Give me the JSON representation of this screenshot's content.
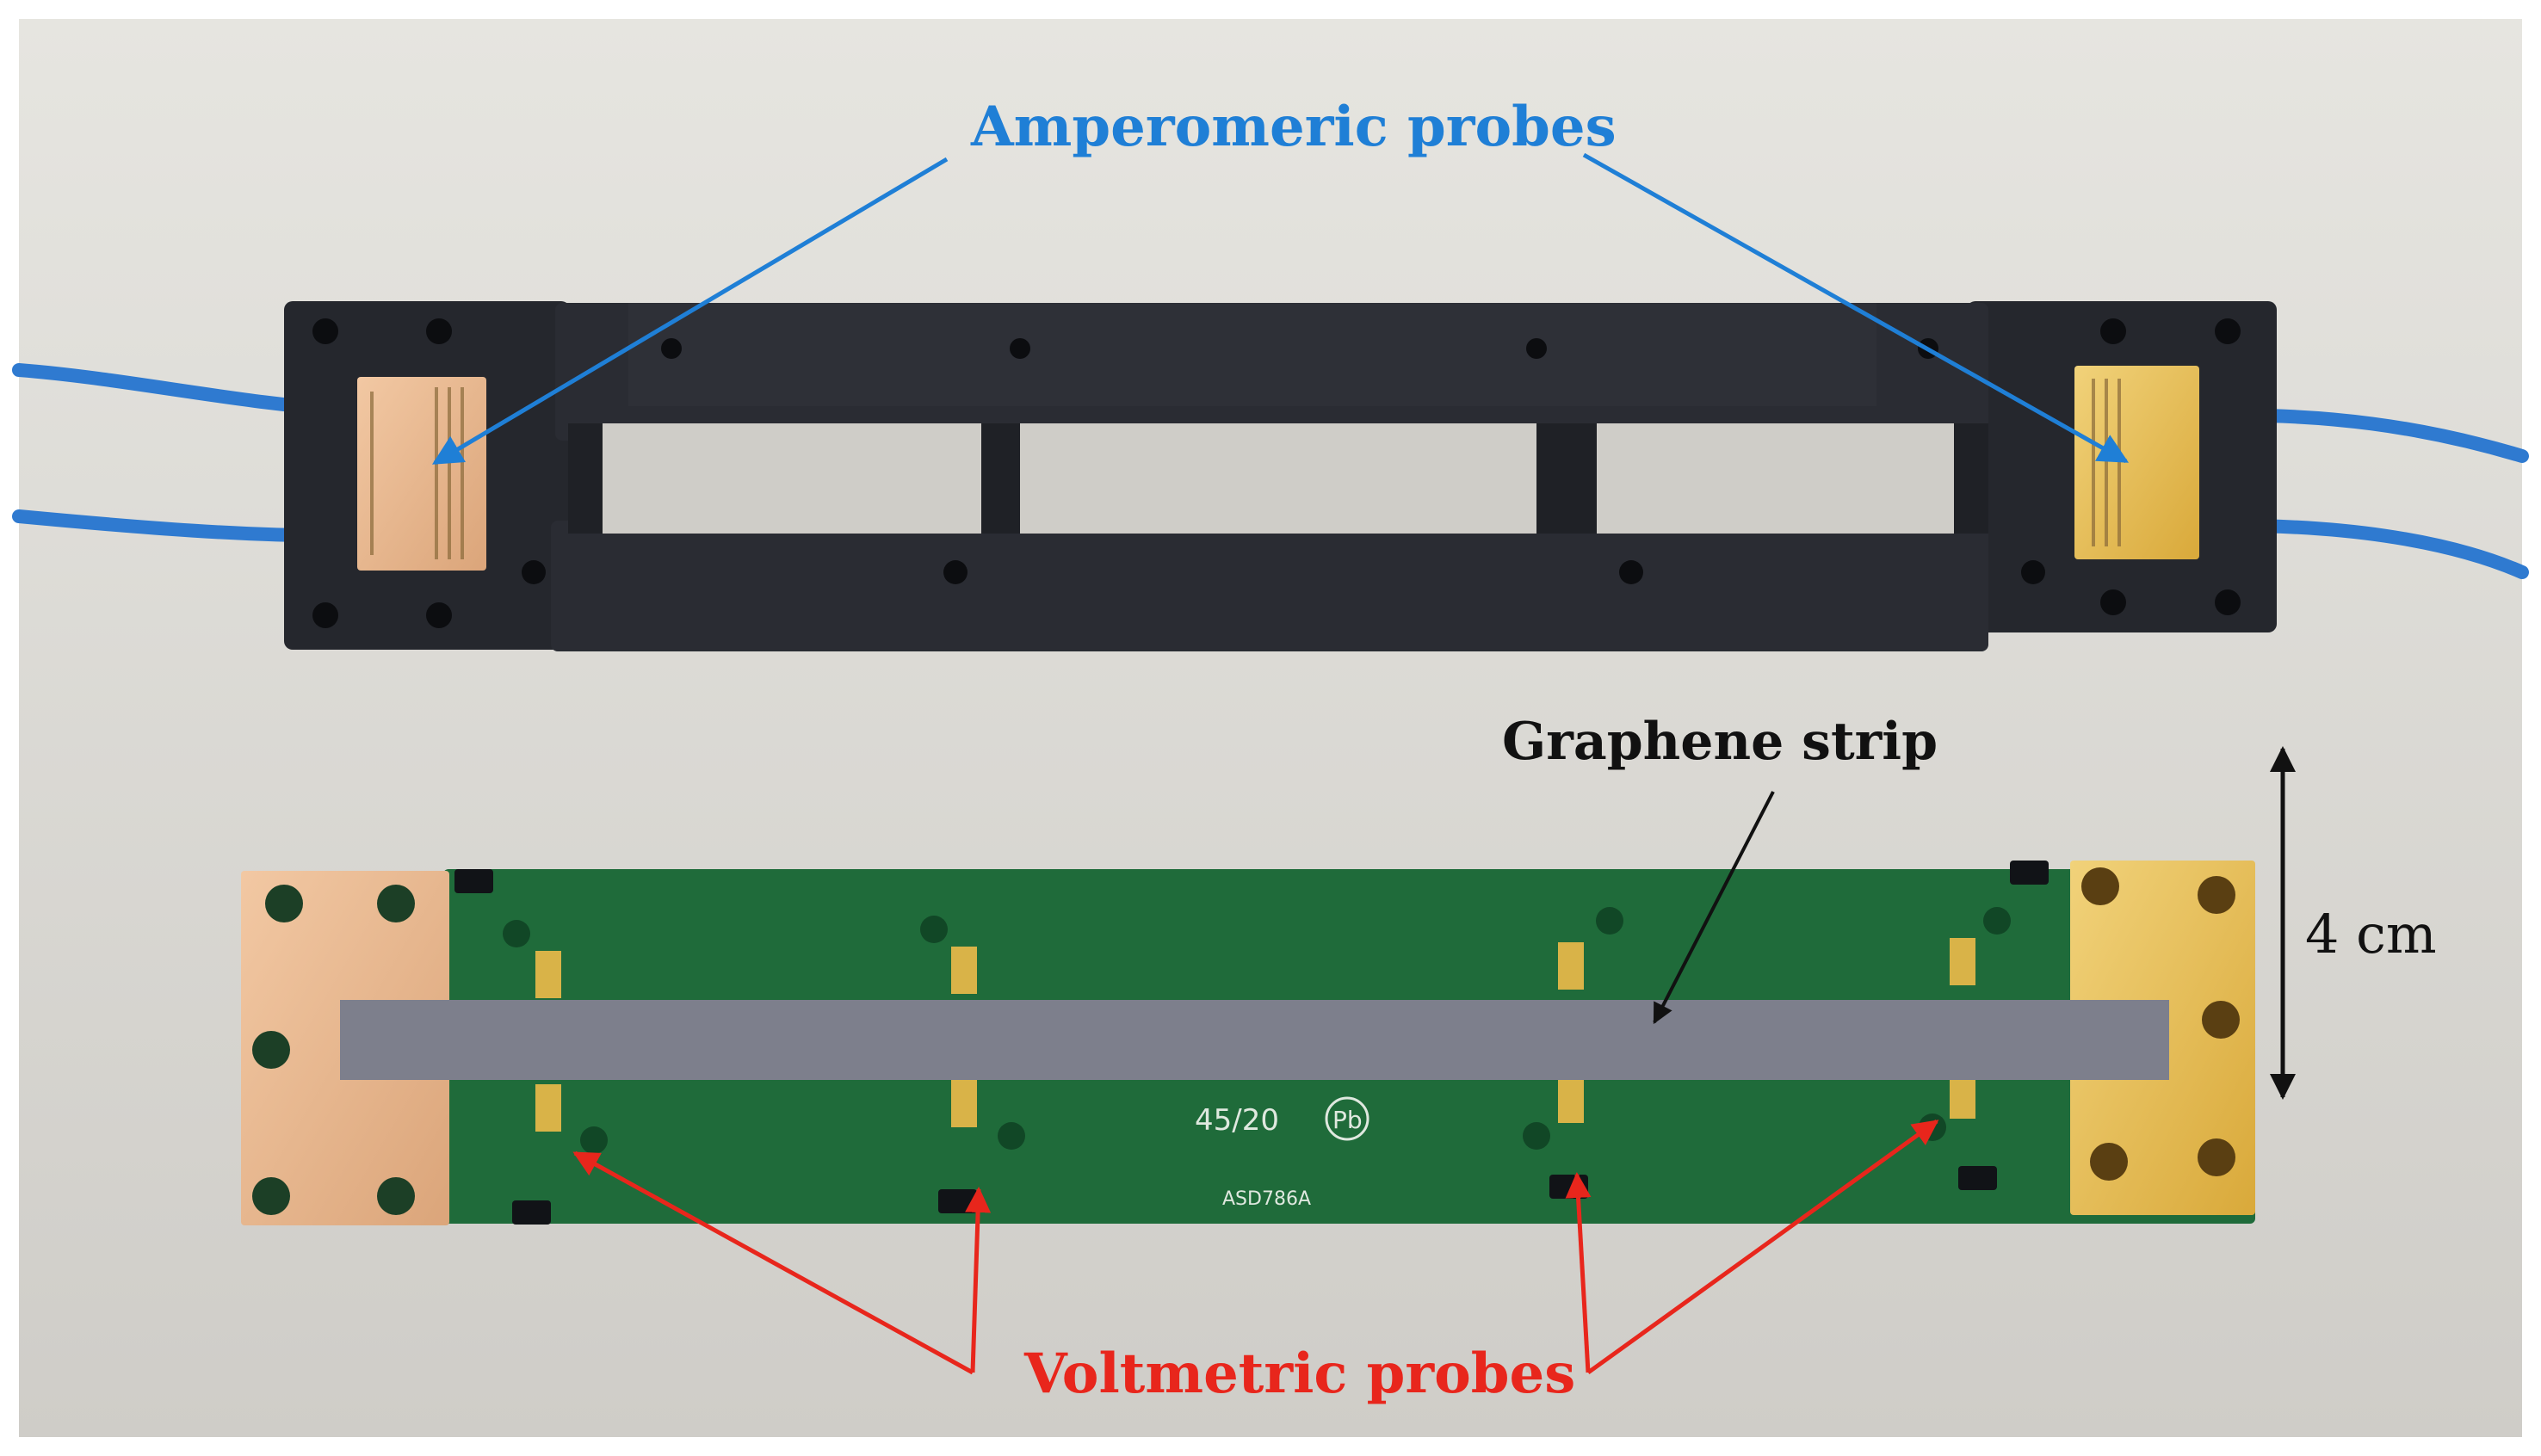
{
  "labels": {
    "amperometric": "Amperomeric probes",
    "graphene": "Graphene strip",
    "voltmetric": "Voltmetric probes",
    "dimension": "4 cm"
  },
  "board_markings": {
    "code": "45/20",
    "part": "ASD786A",
    "logo": "Pb"
  },
  "colors": {
    "amperometric_label": "#1f7fd6",
    "voltmetric_label": "#e8261c",
    "graphene_label": "#111111",
    "dimension_label": "#111111",
    "background": "#d9d7d2",
    "holder": "#23252b",
    "pcb": "#1f6b3a",
    "graphene_strip": "#7d7f8c",
    "copper_pad": "#e9b98f",
    "gold_pad": "#e8c14a",
    "cable": "#2f7ad0"
  },
  "icons": {
    "pb_logo": "lead-free-circle-icon"
  }
}
